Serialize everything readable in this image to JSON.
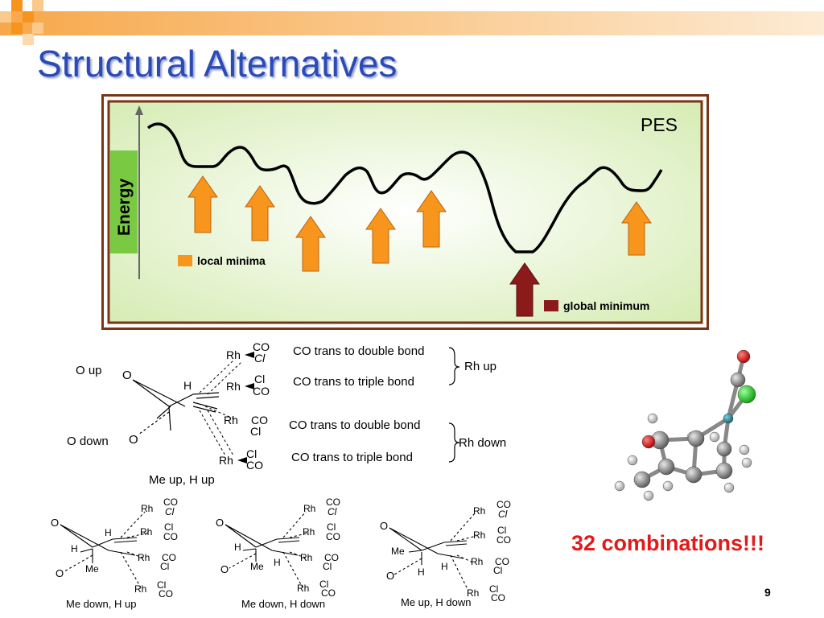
{
  "slide": {
    "title": "Structural Alternatives",
    "page_number": "9"
  },
  "pes": {
    "label": "PES",
    "axis_label": "Energy",
    "legend_local": "local minima",
    "legend_global": "global minimum",
    "colors": {
      "local": "#f7951d",
      "global": "#8b1a1a",
      "energy_bg": "#7ac943",
      "frame": "#7a3515"
    }
  },
  "top_scheme": {
    "o_up": "O up",
    "o_down": "O down",
    "caption": "Me up, H up",
    "rows": [
      {
        "text": "CO trans to double bond"
      },
      {
        "text": "CO trans to triple bond"
      },
      {
        "text": "CO trans to double bond"
      },
      {
        "text": "CO trans to triple bond"
      }
    ],
    "groups": [
      "Rh up",
      "Rh down"
    ]
  },
  "atoms": {
    "O": "O",
    "H": "H",
    "Me": "Me",
    "Rh": "Rh",
    "CO": "CO",
    "Cl": "Cl"
  },
  "bottom_captions": [
    "Me down, H up",
    "Me down, H down",
    "Me up, H down"
  ],
  "conclusion": "32 combinations!!!"
}
